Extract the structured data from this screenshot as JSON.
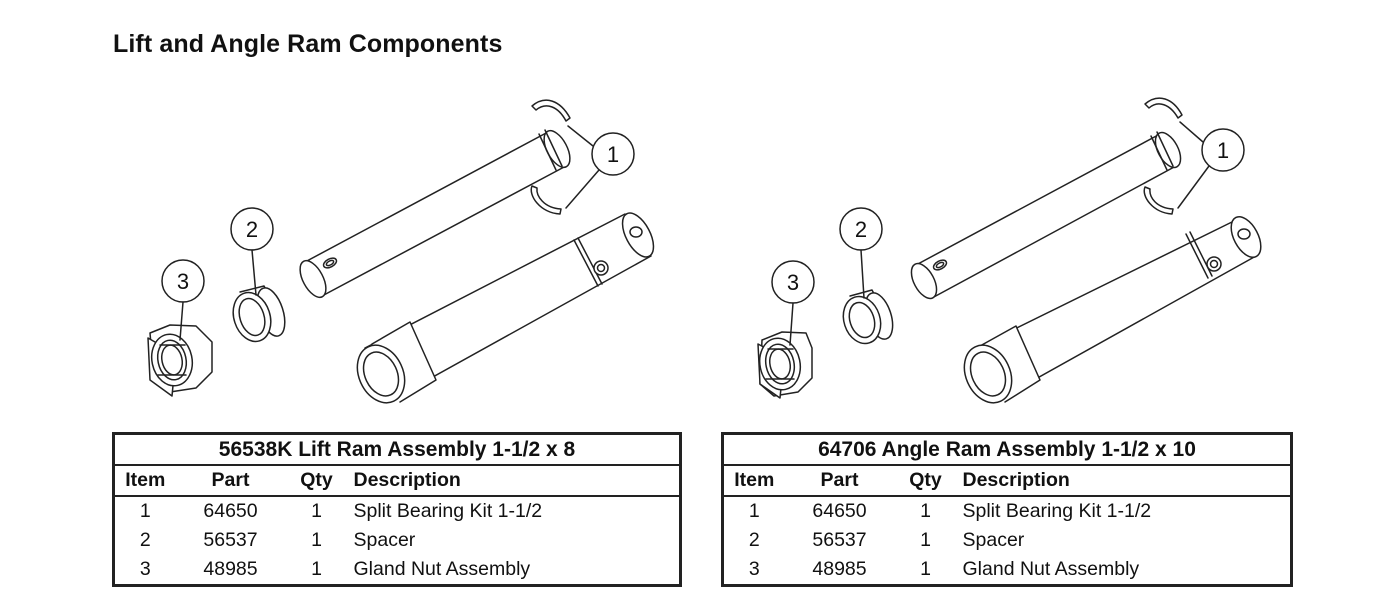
{
  "page": {
    "title": "Lift and Angle Ram Components"
  },
  "diagrams": [
    {
      "callouts": [
        "1",
        "2",
        "3"
      ]
    },
    {
      "callouts": [
        "1",
        "2",
        "3"
      ]
    }
  ],
  "tables": [
    {
      "title": "56538K  Lift Ram Assembly 1-1/2 x 8",
      "headers": [
        "Item",
        "Part",
        "Qty",
        "Description"
      ],
      "rows": [
        {
          "item": "1",
          "part": "64650",
          "qty": "1",
          "desc": "Split Bearing Kit 1-1/2"
        },
        {
          "item": "2",
          "part": "56537",
          "qty": "1",
          "desc": "Spacer"
        },
        {
          "item": "3",
          "part": "48985",
          "qty": "1",
          "desc": "Gland Nut Assembly"
        }
      ]
    },
    {
      "title": "64706  Angle Ram Assembly 1-1/2 x 10",
      "headers": [
        "Item",
        "Part",
        "Qty",
        "Description"
      ],
      "rows": [
        {
          "item": "1",
          "part": "64650",
          "qty": "1",
          "desc": "Split Bearing Kit 1-1/2"
        },
        {
          "item": "2",
          "part": "56537",
          "qty": "1",
          "desc": "Spacer"
        },
        {
          "item": "3",
          "part": "48985",
          "qty": "1",
          "desc": "Gland Nut Assembly"
        }
      ]
    }
  ]
}
